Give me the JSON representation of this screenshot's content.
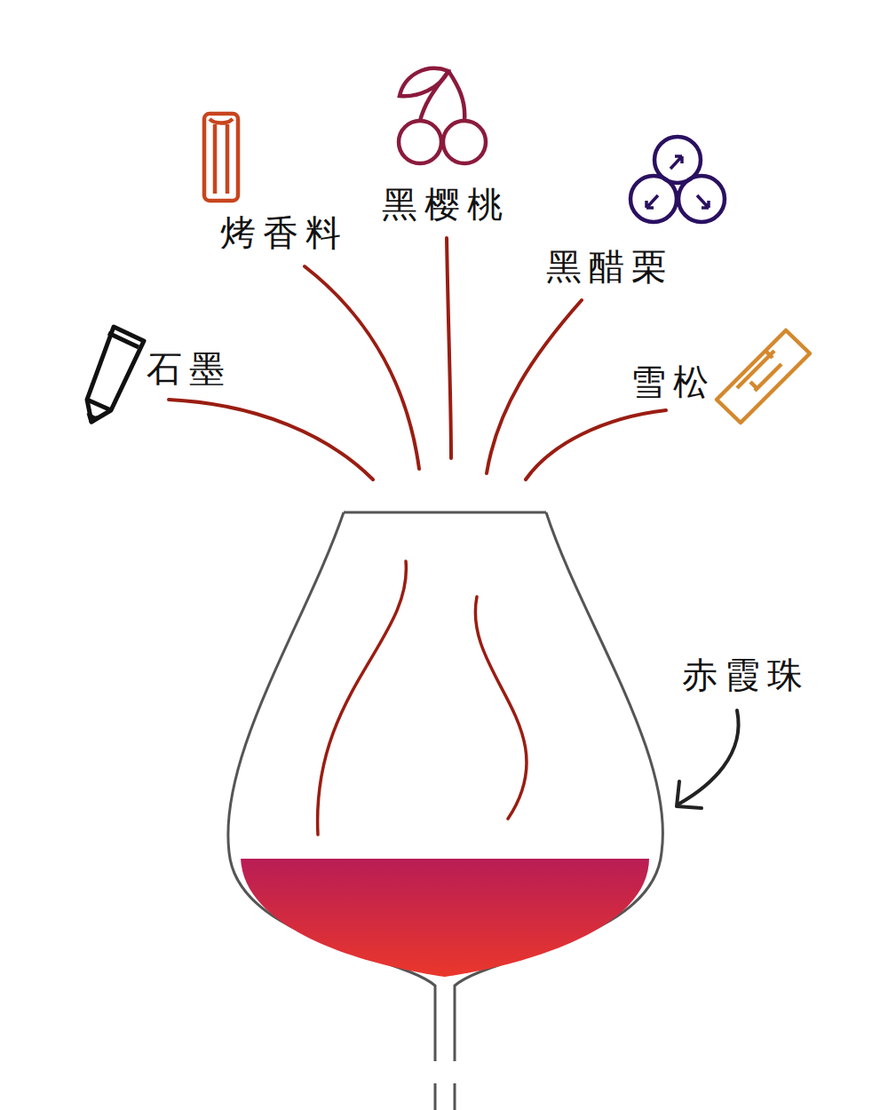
{
  "diagram": {
    "labels": [
      "黑樱桃",
      "烤香料",
      "黑醋栗",
      "石墨",
      "雪松",
      "赤霞珠"
    ]
  }
}
